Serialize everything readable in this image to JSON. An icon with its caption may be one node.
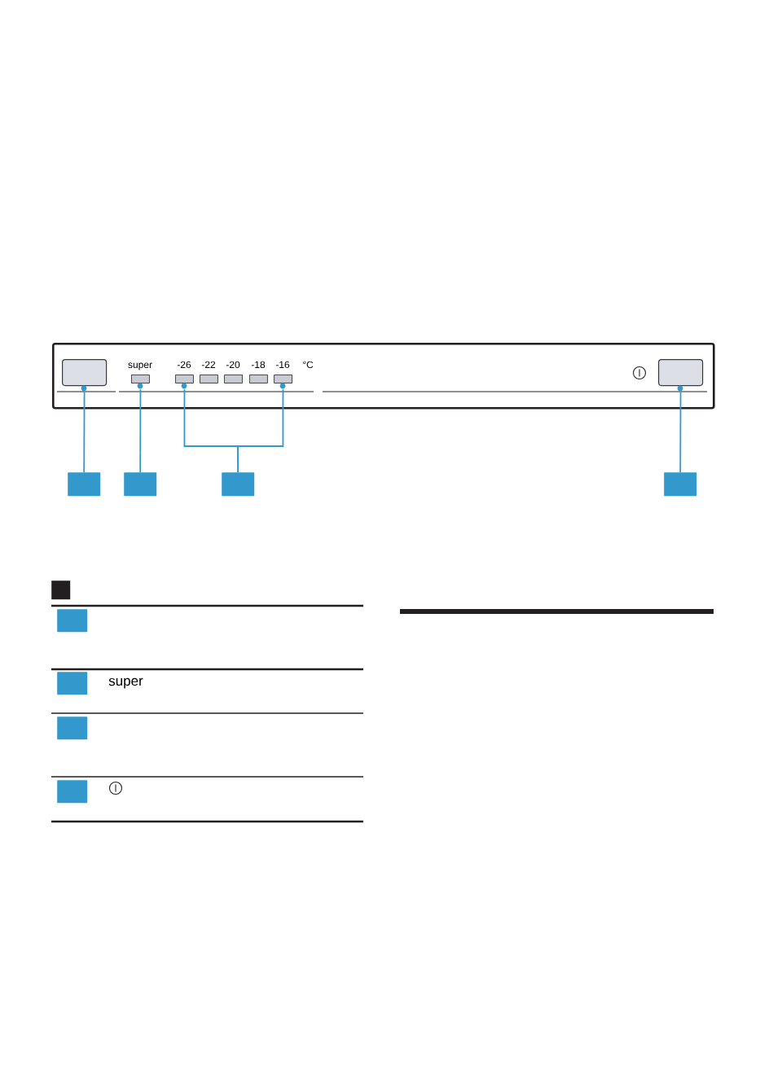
{
  "diagram": {
    "nodes": [
      {
        "text": [],
        "shape": "box"
      },
      {
        "text": [],
        "shape": "box",
        "in": 0
      },
      {
        "text": [
          "super"
        ],
        "in": 0
      },
      {
        "text": [
          "-26"
        ],
        "in": 0
      },
      {
        "text": [
          "-22"
        ],
        "in": 0
      },
      {
        "text": [
          "-20"
        ],
        "in": 0
      },
      {
        "text": [
          "-18"
        ],
        "in": 0
      },
      {
        "text": [
          "-16"
        ],
        "in": 0
      },
      {
        "text": [],
        "shape": "box",
        "in": 0
      },
      {
        "text": [],
        "shape": "box"
      },
      {
        "text": [],
        "shape": "box"
      },
      {
        "text": [],
        "shape": "box"
      },
      {
        "text": [],
        "shape": "box"
      },
      {
        "text": [],
        "shape": "box"
      },
      {
        "text": [],
        "shape": "box"
      },
      {
        "text": [],
        "shape": "box"
      },
      {
        "text": [],
        "shape": "box"
      },
      {
        "text": [],
        "shape": "box"
      }
    ],
    "edges": [
      {
        "from": 9,
        "to": 1,
        "arrow": "none"
      },
      {
        "from": 10,
        "to": 2,
        "arrow": "none"
      },
      {
        "from": 11,
        "to": 3,
        "arrow": "none"
      },
      {
        "from": 11,
        "to": 7,
        "arrow": "none"
      },
      {
        "from": 12,
        "to": 8,
        "arrow": "none"
      }
    ],
    "labels": [
      "°C",
      "super"
    ]
  }
}
